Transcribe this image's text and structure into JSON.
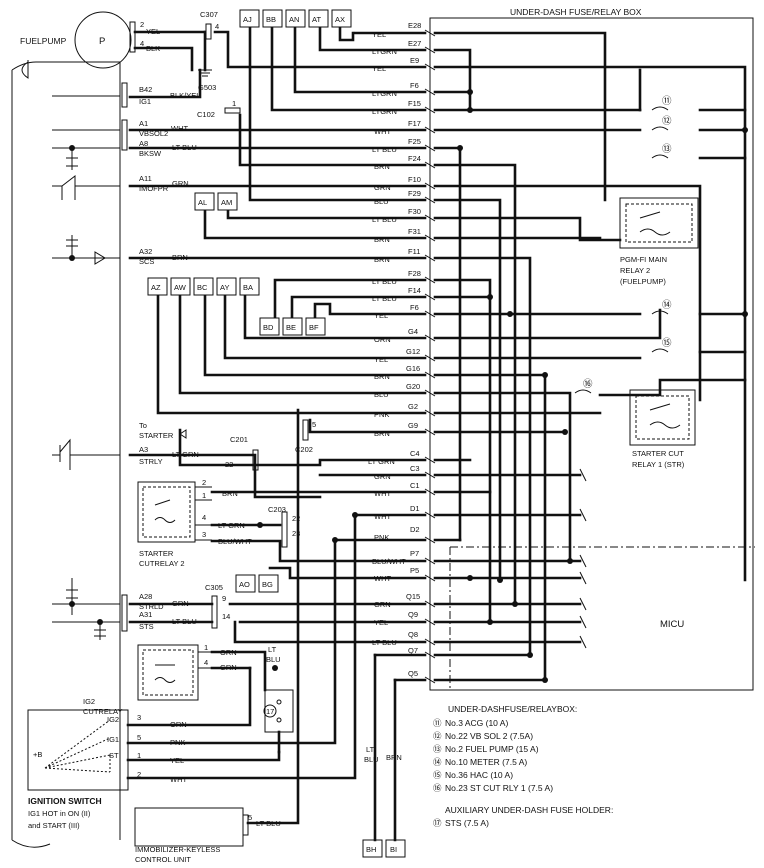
{
  "title": "UNDER-DASH FUSE/RELAY BOX",
  "fuelpump": {
    "label": "FUELPUMP",
    "symbol": "P",
    "pins": [
      "2",
      "4"
    ]
  },
  "ground_label": "G503",
  "pcm_pins": [
    {
      "pin": "B42",
      "name": "IG1"
    },
    {
      "pin": "A1",
      "name": "VBSOL2"
    },
    {
      "pin": "A8",
      "name": "BKSW"
    },
    {
      "pin": "A11",
      "name": "IMOFPR"
    },
    {
      "pin": "A32",
      "name": "SCS"
    },
    {
      "pin": "A3",
      "name": "STRLY"
    },
    {
      "pin": "A28",
      "name": "STRLD"
    },
    {
      "pin": "A31",
      "name": "STS"
    }
  ],
  "connectors": {
    "c307": "C307",
    "c102": "C102",
    "c201": "C201",
    "c202": "C202",
    "c203": "C203",
    "c305": "C305",
    "c307_pin": "4",
    "c102_pin": "1",
    "c201_pin": "22",
    "c202_pin": "5",
    "c203_pins": [
      "22",
      "23"
    ],
    "c305_pins": [
      "9",
      "14"
    ]
  },
  "top_boxes": [
    "AJ",
    "BB",
    "AN",
    "AT",
    "AX"
  ],
  "mid_boxes": [
    "AL",
    "AM"
  ],
  "row_boxes": [
    "AZ",
    "AW",
    "BC",
    "AY",
    "BA"
  ],
  "sub_boxes": [
    "BD",
    "BE",
    "BF"
  ],
  "ao_boxes": [
    "AO",
    "BG"
  ],
  "bottom_boxes": [
    "BH",
    "BI"
  ],
  "fuse_terminals": [
    {
      "term": "E28",
      "color": "YEL"
    },
    {
      "term": "E27",
      "color": "LTGRN"
    },
    {
      "term": "E9",
      "color": "YEL"
    },
    {
      "term": "F6",
      "color": "LTGRN"
    },
    {
      "term": "F15",
      "color": "LTGRN"
    },
    {
      "term": "F17",
      "color": "WHT"
    },
    {
      "term": "F25",
      "color": "LT BLU"
    },
    {
      "term": "F24",
      "color": "BRN"
    },
    {
      "term": "F10",
      "color": "GRN"
    },
    {
      "term": "F29",
      "color": "BLU"
    },
    {
      "term": "F30",
      "color": "LT BLU"
    },
    {
      "term": "F31",
      "color": "BRN"
    },
    {
      "term": "F11",
      "color": "BRN"
    },
    {
      "term": "F28",
      "color": "LT BLU"
    },
    {
      "term": "F14",
      "color": "LT BLU"
    },
    {
      "term": "F6",
      "color": "YEL"
    },
    {
      "term": "G4",
      "color": "ORN"
    },
    {
      "term": "G12",
      "color": "YEL"
    },
    {
      "term": "G16",
      "color": "BRN"
    },
    {
      "term": "G20",
      "color": "BLU"
    },
    {
      "term": "G2",
      "color": "PNK"
    },
    {
      "term": "G9",
      "color": "BRN"
    },
    {
      "term": "C4",
      "color": "LT GRN"
    },
    {
      "term": "C3",
      "color": "GRN"
    },
    {
      "term": "C1",
      "color": "WHT"
    },
    {
      "term": "D1",
      "color": "WHT"
    },
    {
      "term": "D2",
      "color": "PNK"
    },
    {
      "term": "P7",
      "color": "BLU/WHT"
    },
    {
      "term": "P5",
      "color": "WHT"
    },
    {
      "term": "Q15",
      "color": "GRN"
    },
    {
      "term": "Q9",
      "color": "YEL"
    },
    {
      "term": "Q8",
      "color": "LT BLU"
    },
    {
      "term": "Q7",
      "color": ""
    },
    {
      "term": "Q5",
      "color": ""
    }
  ],
  "pcm_wires": [
    "YEL",
    "BLK",
    "BLK/YEL",
    "WHT",
    "LT BLU",
    "GRN",
    "BRN",
    "LT GRN"
  ],
  "starter_relay2": {
    "label1": "STARTER",
    "label2": "CUTRELAY 2",
    "pins": [
      "2",
      "1",
      "4",
      "3"
    ],
    "wires": [
      "BRN",
      "LT GRN",
      "BLU/WHT"
    ]
  },
  "to_starter": [
    "To",
    "STARTER"
  ],
  "ig2_relay": {
    "label1": "IG2",
    "label2": "CUTRELAY",
    "pins": [
      "1",
      "4"
    ],
    "wires": [
      "ORN",
      "GRN"
    ]
  },
  "lt_blu_vertical": [
    "LT",
    "BLU"
  ],
  "ignition": {
    "title": "IGNITION SWITCH",
    "note1": "IG1 HOT in ON (II)",
    "note2": "and START (III)",
    "positions": [
      "IG2",
      "IG1",
      "ST"
    ],
    "plus_b": "+B",
    "pins": [
      "3",
      "5",
      "1",
      "2"
    ],
    "wires": [
      "ORN",
      "PNK",
      "YEL",
      "WHT"
    ]
  },
  "immobilizer": {
    "label1": "IMMOBILIZER-KEYLESS",
    "label2": "CONTROL UNIT",
    "pin": "5",
    "wire": "LT BLU"
  },
  "fuse17": "17",
  "relay_main": [
    "PGM-FI MAIN",
    "RELAY 2",
    "(FUELPUMP)"
  ],
  "relay_str": [
    "STARTER CUT",
    "RELAY 1 (STR)"
  ],
  "micu": "MICU",
  "bottom_wires": [
    "LT",
    "BLU",
    "BRN"
  ],
  "legend": {
    "title": "UNDER-DASHFUSE/RELAYBOX:",
    "items": [
      {
        "num": "⑪",
        "text": "No.3 ACG (10 A)"
      },
      {
        "num": "⑫",
        "text": "No.22 VB SOL 2 (7.5A)"
      },
      {
        "num": "⑬",
        "text": "No.2 FUEL PUMP (15 A)"
      },
      {
        "num": "⑭",
        "text": "No.10 METER (7.5 A)"
      },
      {
        "num": "⑮",
        "text": "No.36 HAC (10 A)"
      },
      {
        "num": "⑯",
        "text": "No.23 ST CUT RLY 1 (7.5 A)"
      }
    ],
    "aux_title": "AUXILIARY UNDER-DASH FUSE HOLDER:",
    "aux_item": {
      "num": "⑰",
      "text": "STS (7.5 A)"
    }
  },
  "fuse_marks": [
    "⑪",
    "⑫",
    "⑬",
    "⑭",
    "⑮",
    "⑯"
  ]
}
